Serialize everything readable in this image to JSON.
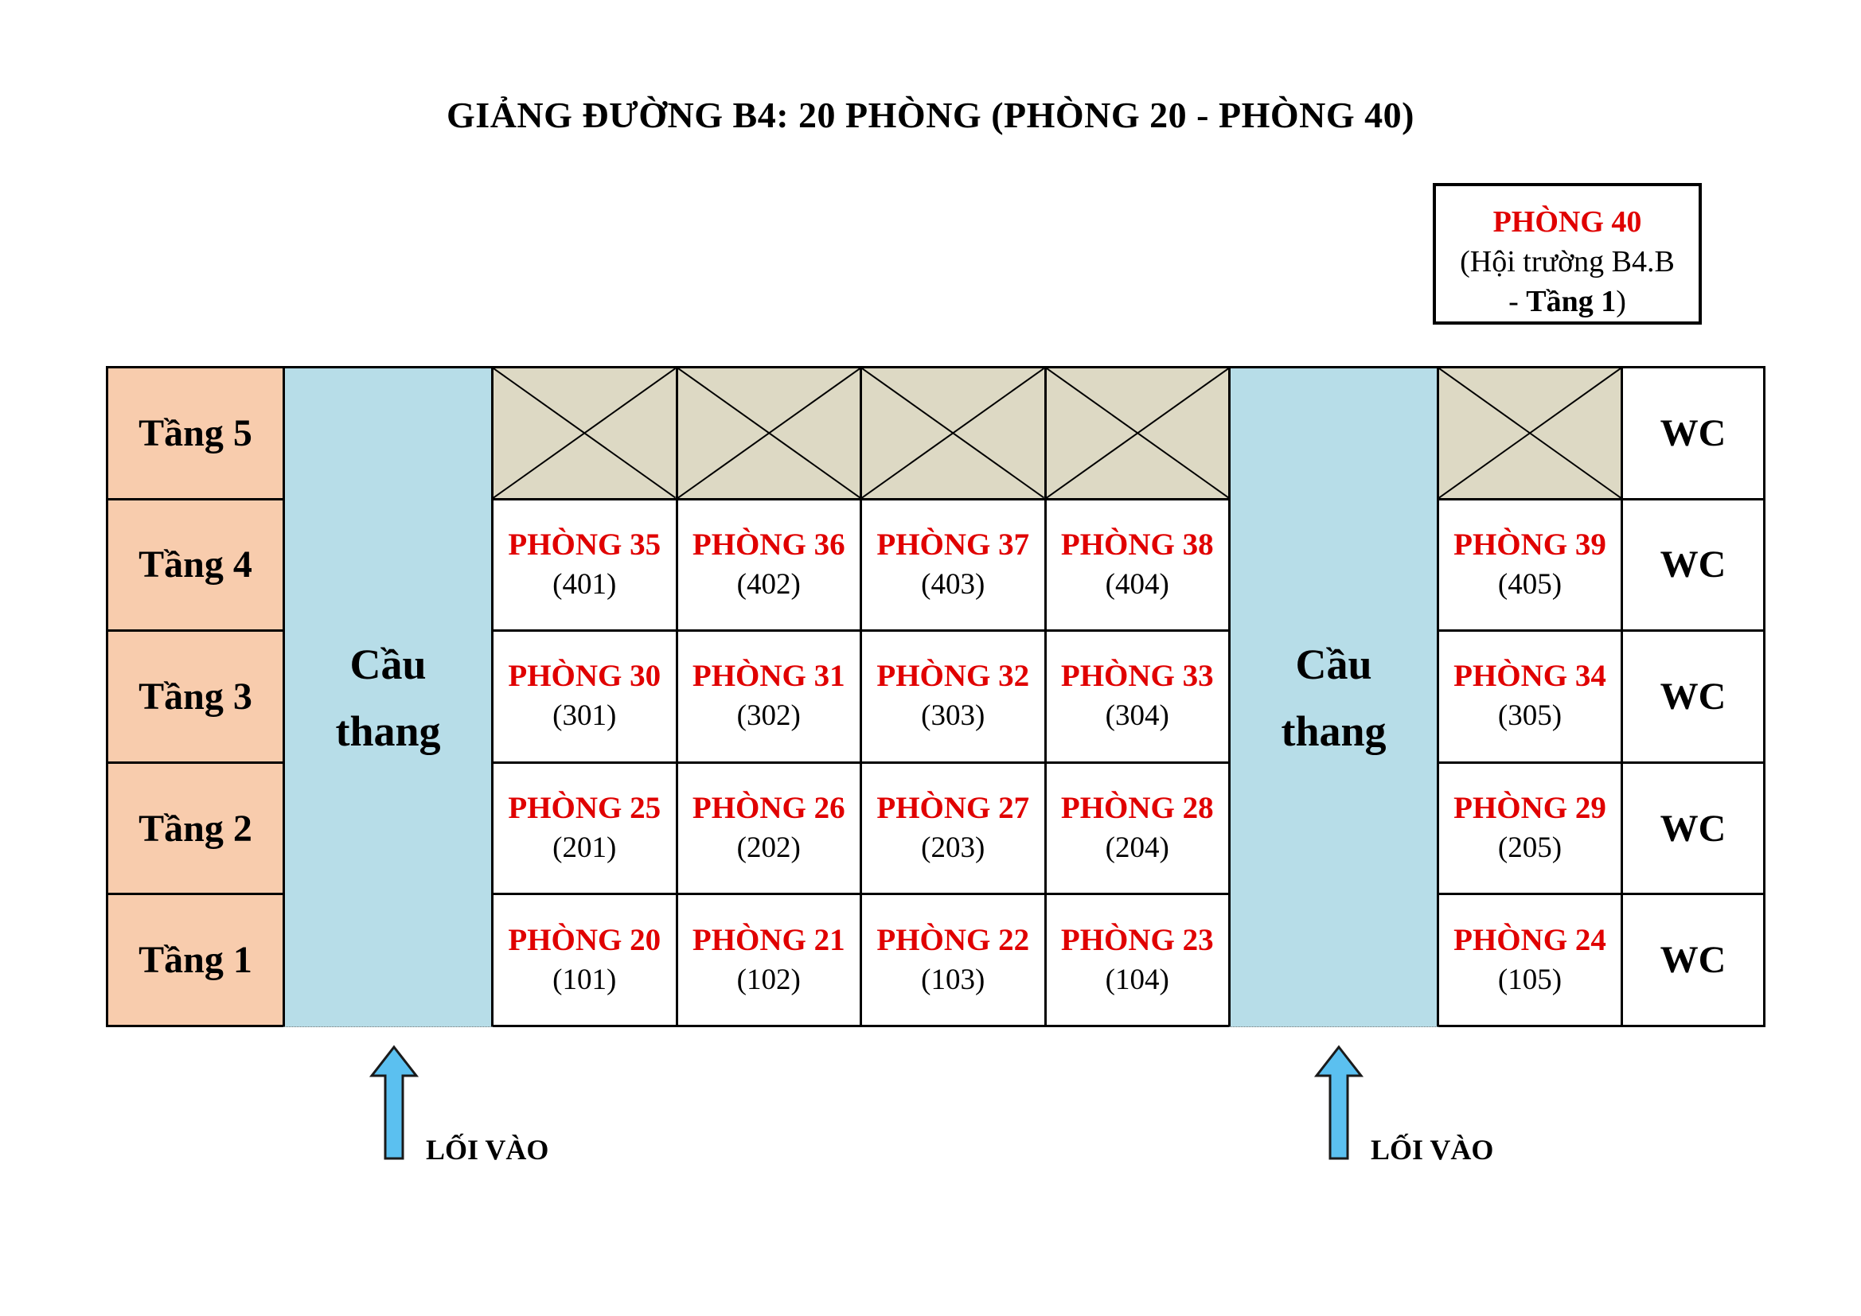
{
  "title": "GIẢNG ĐƯỜNG B4: 20 PHÒNG (PHÒNG 20 - PHÒNG 40)",
  "legend": {
    "room": "PHÒNG 40",
    "note_prefix": "(Hội trường B4.B",
    "note_dash": "- ",
    "note_floor": "Tầng 1",
    "note_suffix": ")"
  },
  "floors": [
    "Tầng 5",
    "Tầng 4",
    "Tầng 3",
    "Tầng 2",
    "Tầng 1"
  ],
  "stairs": {
    "line1": "Cầu",
    "line2": "thang"
  },
  "rows": [
    {
      "rooms": [],
      "side_room": null,
      "wc": "WC"
    },
    {
      "rooms": [
        {
          "name": "PHÒNG 35",
          "code": "(401)"
        },
        {
          "name": "PHÒNG 36",
          "code": "(402)"
        },
        {
          "name": "PHÒNG 37",
          "code": "(403)"
        },
        {
          "name": "PHÒNG 38",
          "code": "(404)"
        }
      ],
      "side_room": {
        "name": "PHÒNG 39",
        "code": "(405)"
      },
      "wc": "WC"
    },
    {
      "rooms": [
        {
          "name": "PHÒNG 30",
          "code": "(301)"
        },
        {
          "name": "PHÒNG 31",
          "code": "(302)"
        },
        {
          "name": "PHÒNG 32",
          "code": "(303)"
        },
        {
          "name": "PHÒNG 33",
          "code": "(304)"
        }
      ],
      "side_room": {
        "name": "PHÒNG 34",
        "code": "(305)"
      },
      "wc": "WC"
    },
    {
      "rooms": [
        {
          "name": "PHÒNG 25",
          "code": "(201)"
        },
        {
          "name": "PHÒNG 26",
          "code": "(202)"
        },
        {
          "name": "PHÒNG 27",
          "code": "(203)"
        },
        {
          "name": "PHÒNG 28",
          "code": "(204)"
        }
      ],
      "side_room": {
        "name": "PHÒNG 29",
        "code": "(205)"
      },
      "wc": "WC"
    },
    {
      "rooms": [
        {
          "name": "PHÒNG 20",
          "code": "(101)"
        },
        {
          "name": "PHÒNG 21",
          "code": "(102)"
        },
        {
          "name": "PHÒNG 22",
          "code": "(103)"
        },
        {
          "name": "PHÒNG 23",
          "code": "(104)"
        }
      ],
      "side_room": {
        "name": "PHÒNG 24",
        "code": "(105)"
      },
      "wc": "WC"
    }
  ],
  "entrances": [
    "LỐI VÀO",
    "LỐI VÀO"
  ],
  "colors": {
    "floor_label_bg": "#f8ccad",
    "stair_bg": "#b7dde8",
    "blocked_bg": "#ddd9c4",
    "room_name": "#e00000",
    "arrow": "#5bc0f0"
  }
}
